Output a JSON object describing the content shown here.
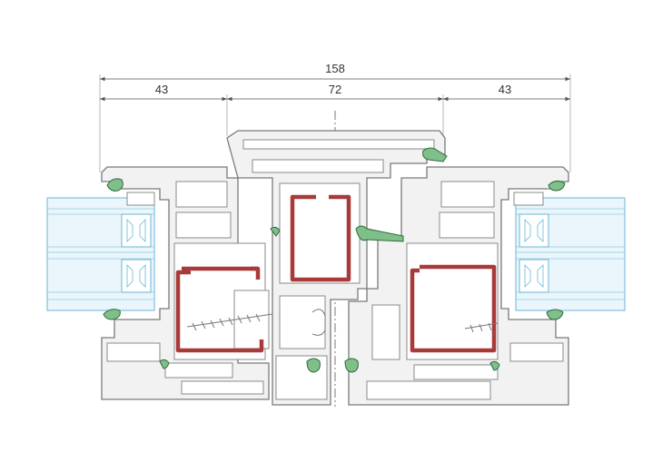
{
  "dimensions": {
    "overall": "158",
    "left_sash": "43",
    "center": "72",
    "right_sash": "43"
  },
  "colors": {
    "profile_stroke": "#7a7a7a",
    "steel_reinforcement": "#a83a3a",
    "gasket": "#7fbf8a",
    "glazing": "#6bb6d6"
  }
}
